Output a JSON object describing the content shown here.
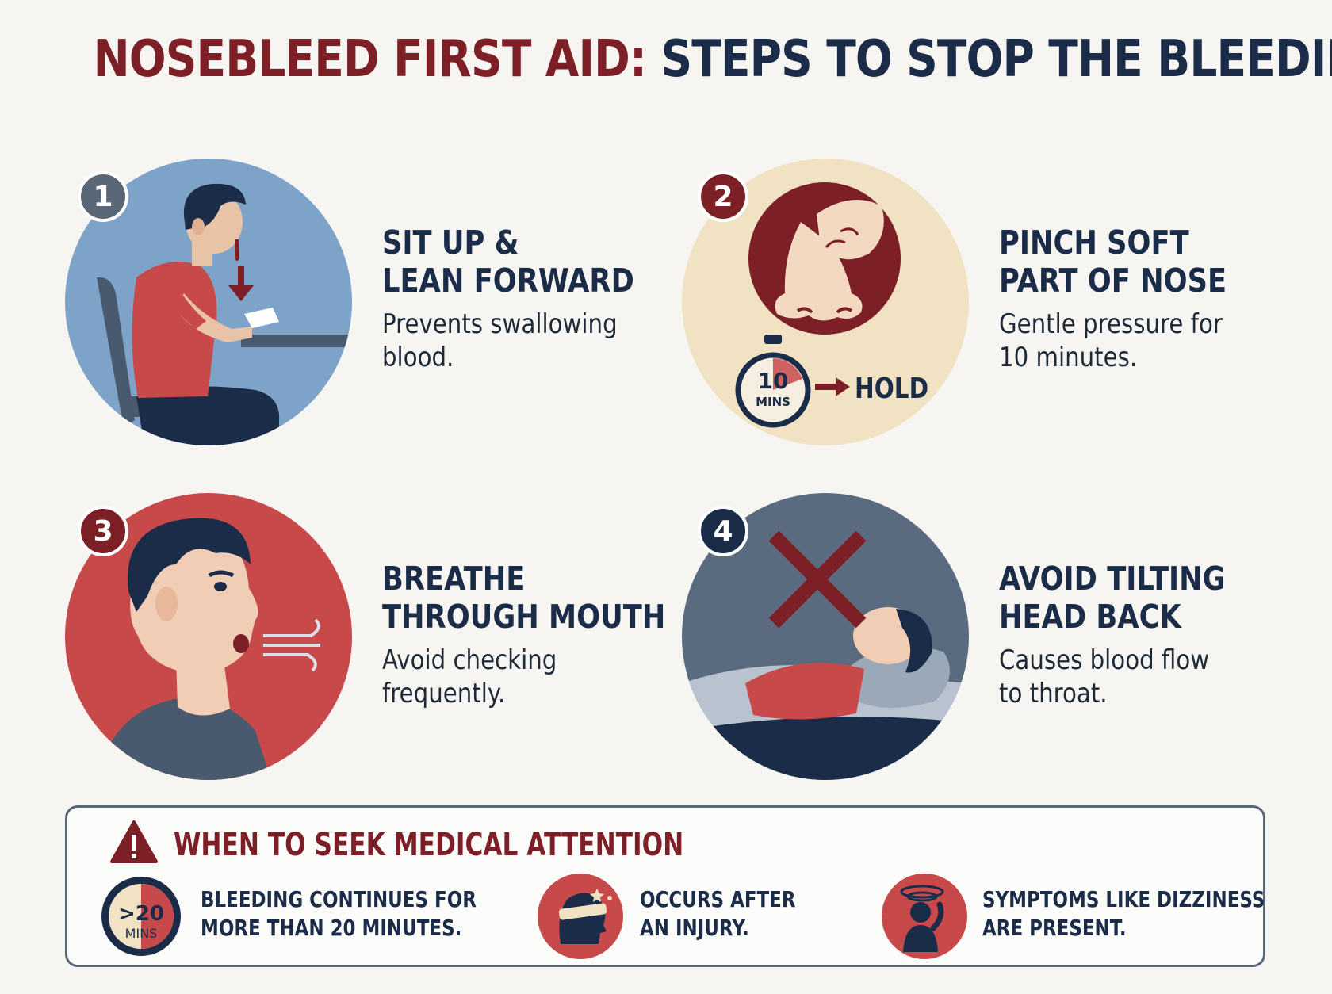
{
  "title": {
    "part1": "NOSEBLEED FIRST AID:",
    "part2": "STEPS TO STOP THE BLEEDING"
  },
  "colors": {
    "maroon": "#7c1f26",
    "navy": "#1a2c48",
    "blue": "#7ea3c9",
    "cream": "#f1e2c4",
    "red": "#c8494a",
    "slate": "#5a6b80"
  },
  "steps": [
    {
      "number": "1",
      "heading_line1": "SIT UP &",
      "heading_line2": "LEAN FORWARD",
      "desc_line1": "Prevents swallowing",
      "desc_line2": "blood."
    },
    {
      "number": "2",
      "heading_line1": "PINCH SOFT",
      "heading_line2": "PART OF NOSE",
      "desc_line1": "Gentle pressure for",
      "desc_line2": "10 minutes.",
      "timer_value": "10",
      "timer_unit": "MINS",
      "hold_label": "HOLD"
    },
    {
      "number": "3",
      "heading_line1": "BREATHE",
      "heading_line2": "THROUGH MOUTH",
      "desc_line1": "Avoid checking",
      "desc_line2": "frequently."
    },
    {
      "number": "4",
      "heading_line1": "AVOID TILTING",
      "heading_line2": "HEAD BACK",
      "desc_line1": "Causes blood flow",
      "desc_line2": "to throat."
    }
  ],
  "alert": {
    "title": "WHEN TO SEEK MEDICAL ATTENTION",
    "warning_icon": "warning-triangle-icon",
    "items": [
      {
        "icon": "timer-icon",
        "timer_value": ">20",
        "timer_unit": "MINS",
        "line1": "BLEEDING CONTINUES FOR",
        "line2": "MORE THAN 20 MINUTES."
      },
      {
        "icon": "head-injury-icon",
        "line1": "OCCURS AFTER",
        "line2": "AN INJURY."
      },
      {
        "icon": "dizziness-icon",
        "line1": "SYMPTOMS LIKE DIZZINESS",
        "line2": "ARE PRESENT."
      }
    ]
  }
}
